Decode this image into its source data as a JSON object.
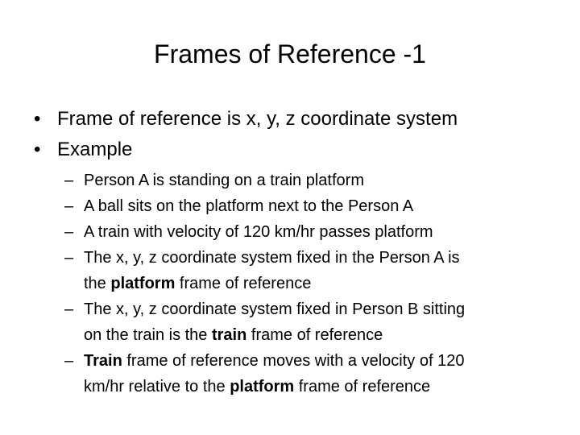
{
  "slide": {
    "title": "Frames of Reference -1",
    "bullet_marker": "•",
    "bullets": [
      "Frame of reference is x, y, z coordinate system",
      "Example"
    ],
    "sub_marker": "–",
    "subs": [
      {
        "line1": [
          "Person A is standing on a train platform"
        ],
        "line2": []
      },
      {
        "line1": [
          "A ball sits on the platform next to the Person A"
        ],
        "line2": []
      },
      {
        "line1": [
          "A train with velocity of 120 km/hr passes platform"
        ],
        "line2": []
      },
      {
        "line1": [
          "The x, y, z coordinate system fixed in the Person A is"
        ],
        "line2": [
          "the ",
          "platform",
          " frame of reference"
        ]
      },
      {
        "line1": [
          "The x, y, z coordinate system fixed in Person B sitting"
        ],
        "line2": [
          "on the train is the ",
          "train",
          " frame of reference"
        ]
      },
      {
        "line1": [
          "Train",
          " frame of reference moves with a velocity of 120"
        ],
        "line2": [
          "km/hr relative to the ",
          "platform",
          " frame of reference"
        ]
      }
    ]
  }
}
